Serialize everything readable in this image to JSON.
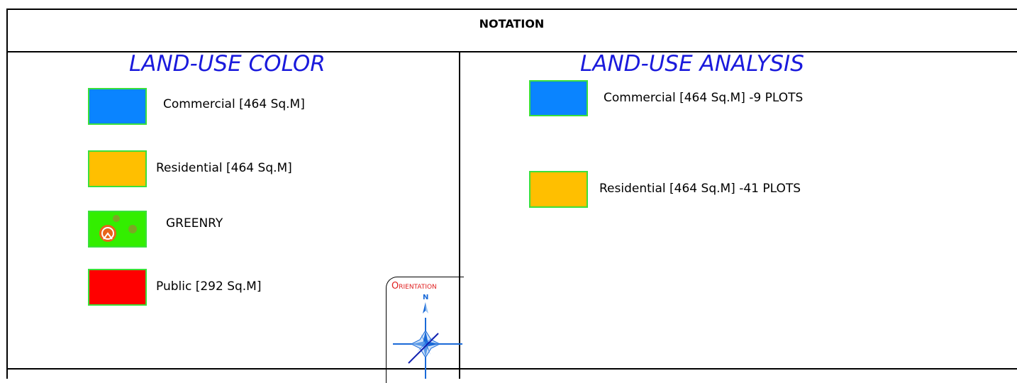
{
  "notation": {
    "title": "NOTATION"
  },
  "land_use_color": {
    "heading": "LAND-USE COLOR",
    "items": [
      {
        "label": "Commercial [464 Sq.M]",
        "color": "#0a84ff"
      },
      {
        "label": "Residential [464 Sq.M]",
        "color": "#ffbf00"
      },
      {
        "label": "GREENRY",
        "color": "#33ee00"
      },
      {
        "label": "Public [292 Sq.M]",
        "color": "#ff0000"
      }
    ]
  },
  "land_use_analysis": {
    "heading": "LAND-USE ANALYSIS",
    "items": [
      {
        "label": "Commercial [464 Sq.M] -9 PLOTS",
        "color": "#0a84ff"
      },
      {
        "label": "Residential [464 Sq.M] -41 PLOTS",
        "color": "#ffbf00"
      }
    ]
  },
  "orientation": {
    "label": "Orientation",
    "north": "N"
  },
  "colors": {
    "heading": "#1a1adc",
    "swatch_border": "#3be03b",
    "orientation_label": "#e02020",
    "compass": "#1a6ad8"
  }
}
